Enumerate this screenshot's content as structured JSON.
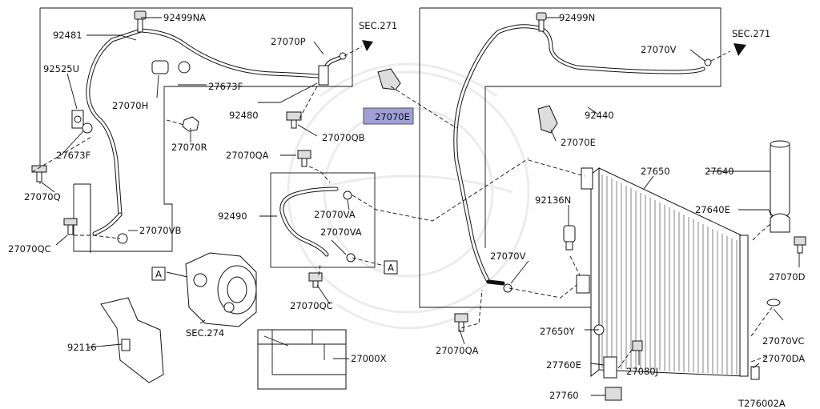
{
  "diagram_id": "T276002A",
  "section_refs": [
    "SEC.271",
    "SEC.271",
    "SEC.274"
  ],
  "highlight_part": "27070E",
  "parts": {
    "p92499NA": "92499NA",
    "p92481": "92481",
    "p92525U": "92525U",
    "p27070H": "27070H",
    "p27673F_a": "27673F",
    "p27673F_b": "27673F",
    "p27070Q": "27070Q",
    "p27070QC_a": "27070QC",
    "p27070VB": "27070VB",
    "p27070P": "27070P",
    "p92480": "92480",
    "p27070R": "27070R",
    "p27070QB": "27070QB",
    "p27070QA_a": "27070QA",
    "p92490": "92490",
    "p27070VA_a": "27070VA",
    "p27070VA_b": "27070VA",
    "p27070QC_b": "27070QC",
    "p27070E_a": "27070E",
    "p92499N": "92499N",
    "p27070V_a": "27070V",
    "p92440": "92440",
    "p27070E_b": "27070E",
    "p27650": "27650",
    "p27640": "27640",
    "p92136N": "92136N",
    "p27640E": "27640E",
    "p27070D": "27070D",
    "p27070V_b": "27070V",
    "p27070VC": "27070VC",
    "p27650Y": "27650Y",
    "p27070QA_b": "27070QA",
    "p27070DA": "27070DA",
    "p27760E": "27760E",
    "p27080J": "27080J",
    "p27760": "27760",
    "p92116": "92116",
    "p27000X": "27000X"
  },
  "markers": {
    "A_left": "A",
    "A_right": "A"
  },
  "colors": {
    "highlight_fill": "#9fa0d8",
    "line": "#111111"
  }
}
